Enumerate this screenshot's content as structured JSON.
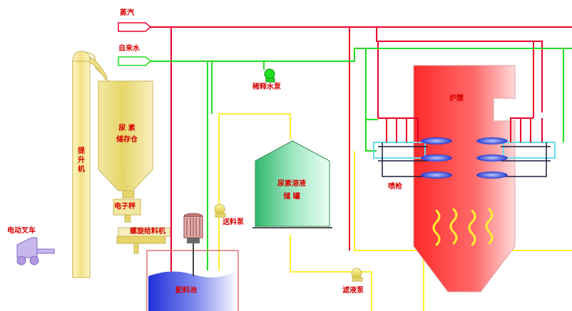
{
  "labels": {
    "steam": "蒸汽",
    "tap_water": "自来水",
    "dilution_pump": "稀释水泵",
    "elevator": "提升机",
    "urea_silo_line1": "尿 素",
    "urea_silo_line2": "储存仓",
    "electronic_scale": "电子秤",
    "screw_feeder": "螺旋给料机",
    "electric_forklift": "电动叉车",
    "transfer_pump": "送料泵",
    "solution_tank_line1": "尿素溶液",
    "solution_tank_line2": "储  罐",
    "mixing_pool": "配料池",
    "filter_pump": "滤液泵",
    "furnace": "炉膛",
    "spray_gun": "喷枪"
  },
  "colors": {
    "steam_line": "#e8002a",
    "water_line": "#22dd22",
    "solution_line": "#ffee33",
    "spray_frame": "#66ddee",
    "label_text": "#d80000"
  }
}
